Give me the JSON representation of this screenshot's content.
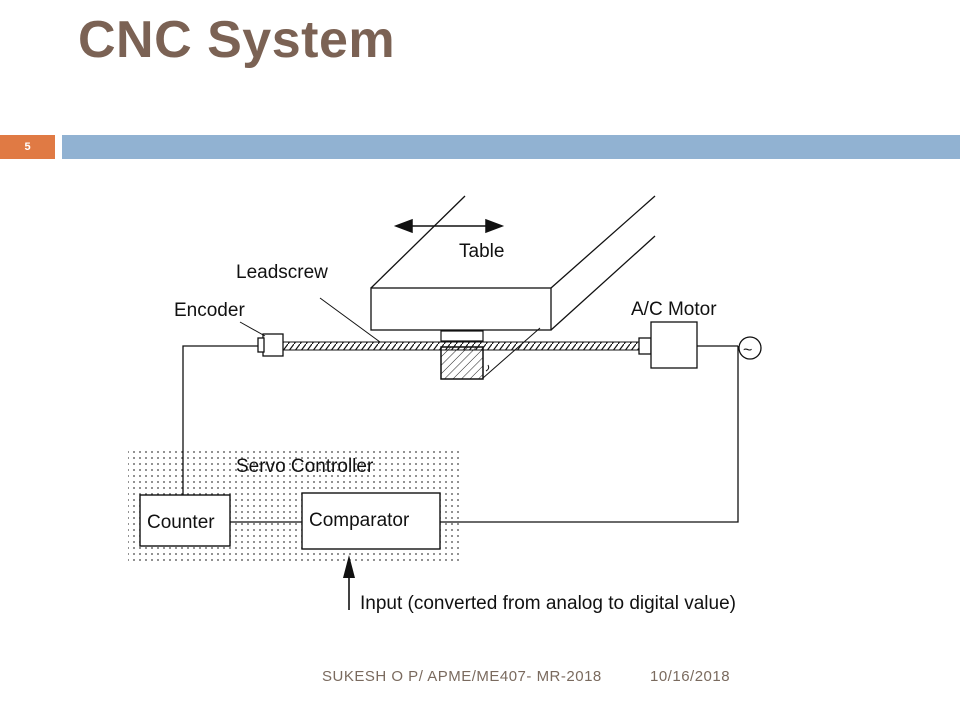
{
  "slide": {
    "title": "CNC System",
    "number": "5",
    "footer_left": "SUKESH O P/ APME/ME407- MR-2018",
    "footer_right": "10/16/2018"
  },
  "diagram": {
    "labels": {
      "table": "Table",
      "leadscrew": "Leadscrew",
      "encoder": "Encoder",
      "motor": "A/C Motor",
      "servo": "Servo Controller",
      "counter": "Counter",
      "comparator": "Comparator",
      "input": "Input (converted from analog to digital value)",
      "ac_symbol": "~"
    }
  }
}
